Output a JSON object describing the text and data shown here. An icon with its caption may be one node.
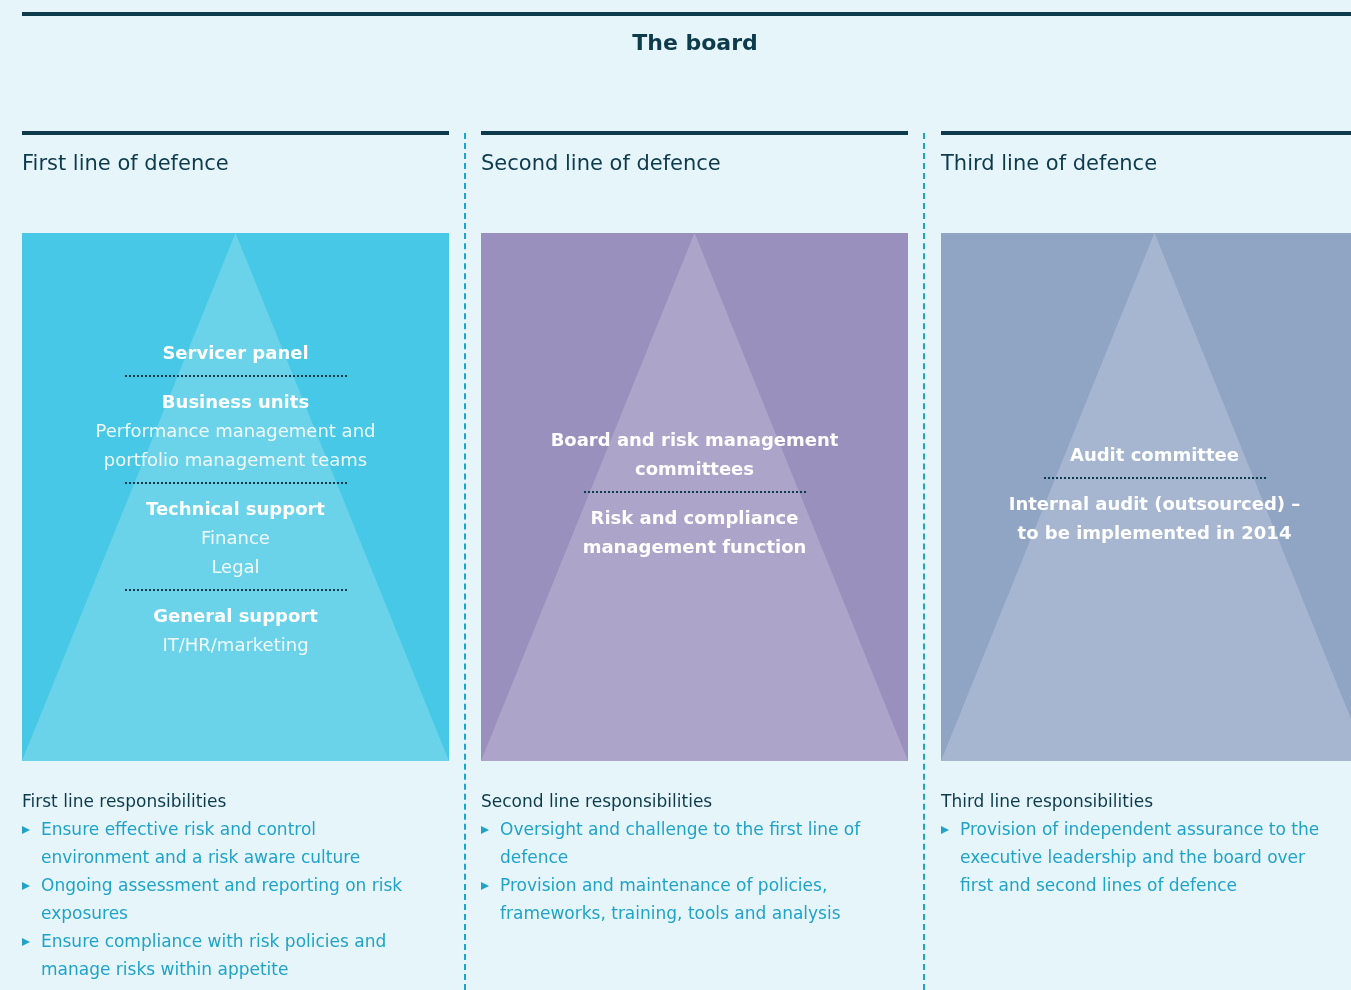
{
  "diagram": {
    "title": "The board",
    "nodes": [
      {
        "text": [
          "First line of defence"
        ]
      },
      {
        "text": [
          "Servicer panel",
          "Business units",
          "Performance management and portfolio management teams",
          "Technical support",
          "Finance",
          "Legal",
          "General support",
          "IT/HR/marketing"
        ],
        "in": 0
      },
      {
        "text": [
          "First line responsibilities",
          "Ensure effective risk and control environment and a risk aware culture",
          "Ongoing assessment and reporting on risk exposures",
          "Ensure compliance with risk policies and manage risks within appetite"
        ],
        "in": 0
      },
      {
        "text": [
          "Second line of defence"
        ]
      },
      {
        "text": [
          "Board and risk management committees",
          "Risk and compliance management function"
        ],
        "in": 3
      },
      {
        "text": [
          "Second line responsibilities",
          "Oversight and challenge to the first line of defence",
          "Provision and maintenance of policies, frameworks, training, tools and analysis"
        ],
        "in": 3
      },
      {
        "text": [
          "Third line of defence"
        ]
      },
      {
        "text": [
          "Audit committee",
          "Internal audit (outsourced) – to be implemented in 2014"
        ],
        "in": 6
      },
      {
        "text": [
          "Third line responsibilities",
          "Provision of independent assurance to the executive leadership and the board over first and second lines of defence"
        ],
        "in": 6
      }
    ],
    "edges": []
  }
}
